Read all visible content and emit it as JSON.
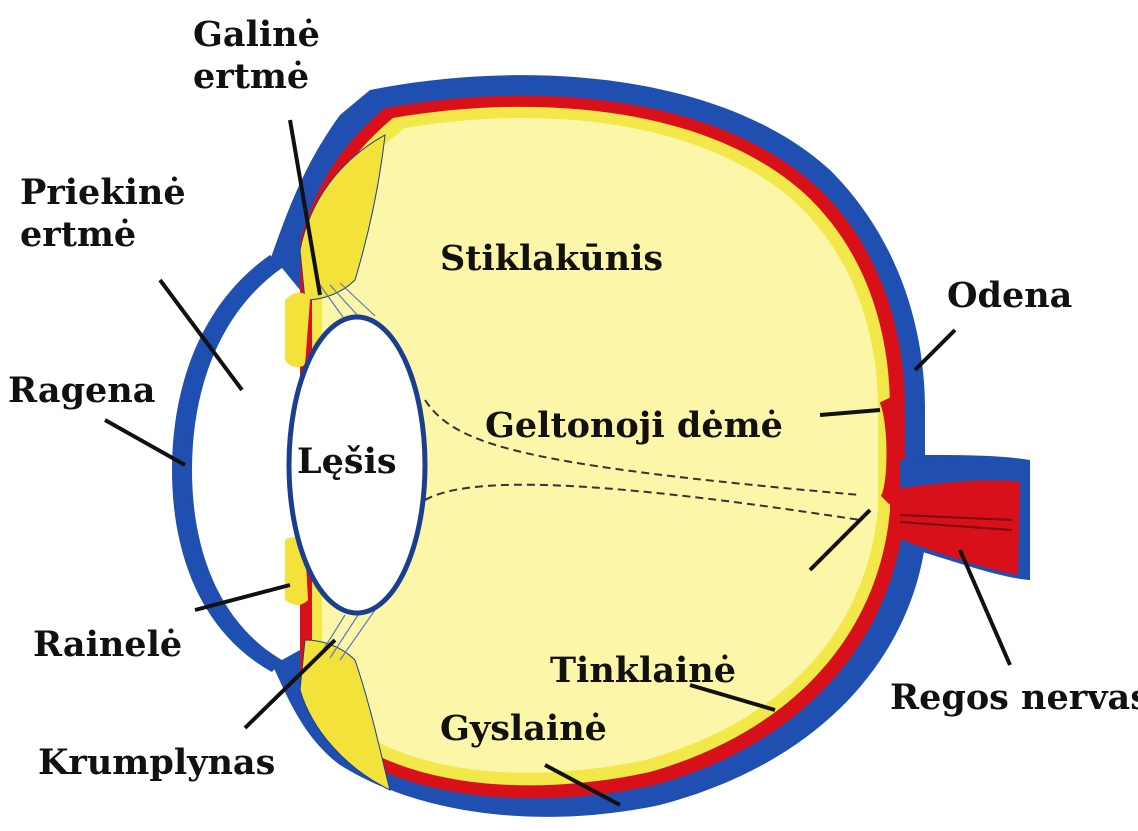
{
  "labels": {
    "galine_ertme_1": "Galinė",
    "galine_ertme_2": "ertmė",
    "priekine_ertme_1": "Priekinė",
    "priekine_ertme_2": "ertmė",
    "stiklakunis": "Stiklakūnis",
    "odena": "Odena",
    "ragena": "Ragena",
    "lesis": "Lęšis",
    "geltonoji_deme": "Geltonoji dėmė",
    "raineke": "Rainelė",
    "tinklaine": "Tinklainė",
    "regos_nervas": "Regos nervas",
    "gyslaine": "Gyslainė",
    "krumplynas": "Krumplynas"
  },
  "colors": {
    "sclera": "#1f4fb0",
    "choroid": "#d8101a",
    "retina": "#f2e84a",
    "vitreous": "#fcf7a8",
    "ciliary": "#f3e23a",
    "lens_outline": "#1a3f8f",
    "pointer": "#111111"
  }
}
